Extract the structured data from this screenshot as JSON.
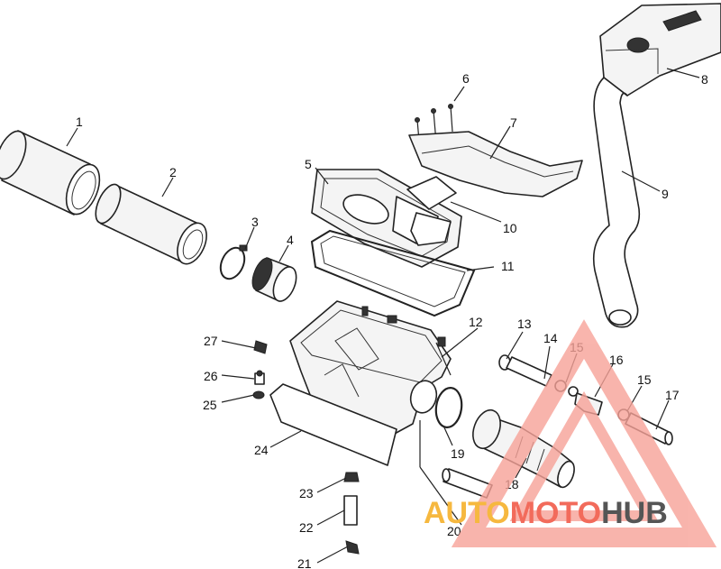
{
  "diagram": {
    "labels": [
      "1",
      "2",
      "3",
      "4",
      "5",
      "6",
      "7",
      "8",
      "9",
      "10",
      "11",
      "12",
      "13",
      "14",
      "15",
      "15",
      "16",
      "15",
      "17",
      "18",
      "19",
      "20",
      "21",
      "22",
      "23",
      "24",
      "25",
      "26",
      "27"
    ]
  },
  "watermark": {
    "part1": "AUTO",
    "part2": "MOTO",
    "part3": "HUB",
    "colors": {
      "accent": "#f26b5b",
      "light": "#f7a298",
      "dark": "#555555"
    }
  }
}
